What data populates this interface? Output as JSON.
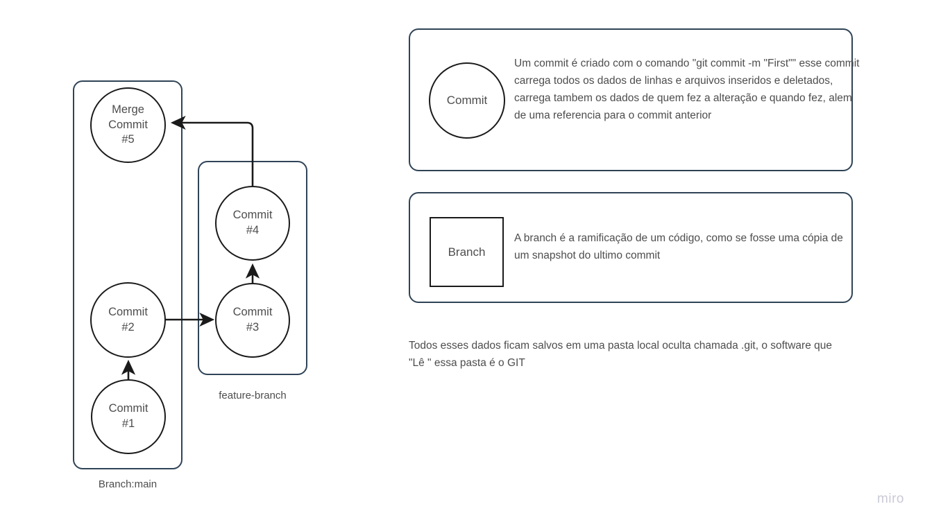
{
  "graph": {
    "branches": [
      {
        "id": "main",
        "label": "Branch:main"
      },
      {
        "id": "feature",
        "label": "feature-branch"
      }
    ],
    "nodes": [
      {
        "id": "merge5",
        "line1": "Merge",
        "line2": "Commit",
        "line3": "#5"
      },
      {
        "id": "c2",
        "line1": "Commit",
        "line2": "#2"
      },
      {
        "id": "c1",
        "line1": "Commit",
        "line2": "#1"
      },
      {
        "id": "c4",
        "line1": "Commit",
        "line2": "#4"
      },
      {
        "id": "c3",
        "line1": "Commit",
        "line2": "#3"
      }
    ]
  },
  "cards": [
    {
      "glyph_label": "Commit",
      "glyph_shape": "circle",
      "text": "Um commit é criado com o comando \"git commit -m \"First\"\" esse commit carrega todos os dados de linhas e arquivos inseridos e deletados, carrega tambem os dados de quem fez a alteração e quando fez, alem de uma referencia para o commit anterior"
    },
    {
      "glyph_label": "Branch",
      "glyph_shape": "square",
      "text": "A branch é a ramificação de um código, como se fosse uma cópia de um snapshot do ultimo commit"
    }
  ],
  "footer_note": "Todos esses dados ficam salvos em uma pasta local oculta chamada .git, o software que \"Lê \" essa pasta é o GIT",
  "watermark": "miro",
  "colors": {
    "container_stroke": "#2f4356",
    "node_stroke": "#1a1a1a",
    "text": "#4d4d4d",
    "watermark": "#c9cad6",
    "background": "#ffffff"
  }
}
